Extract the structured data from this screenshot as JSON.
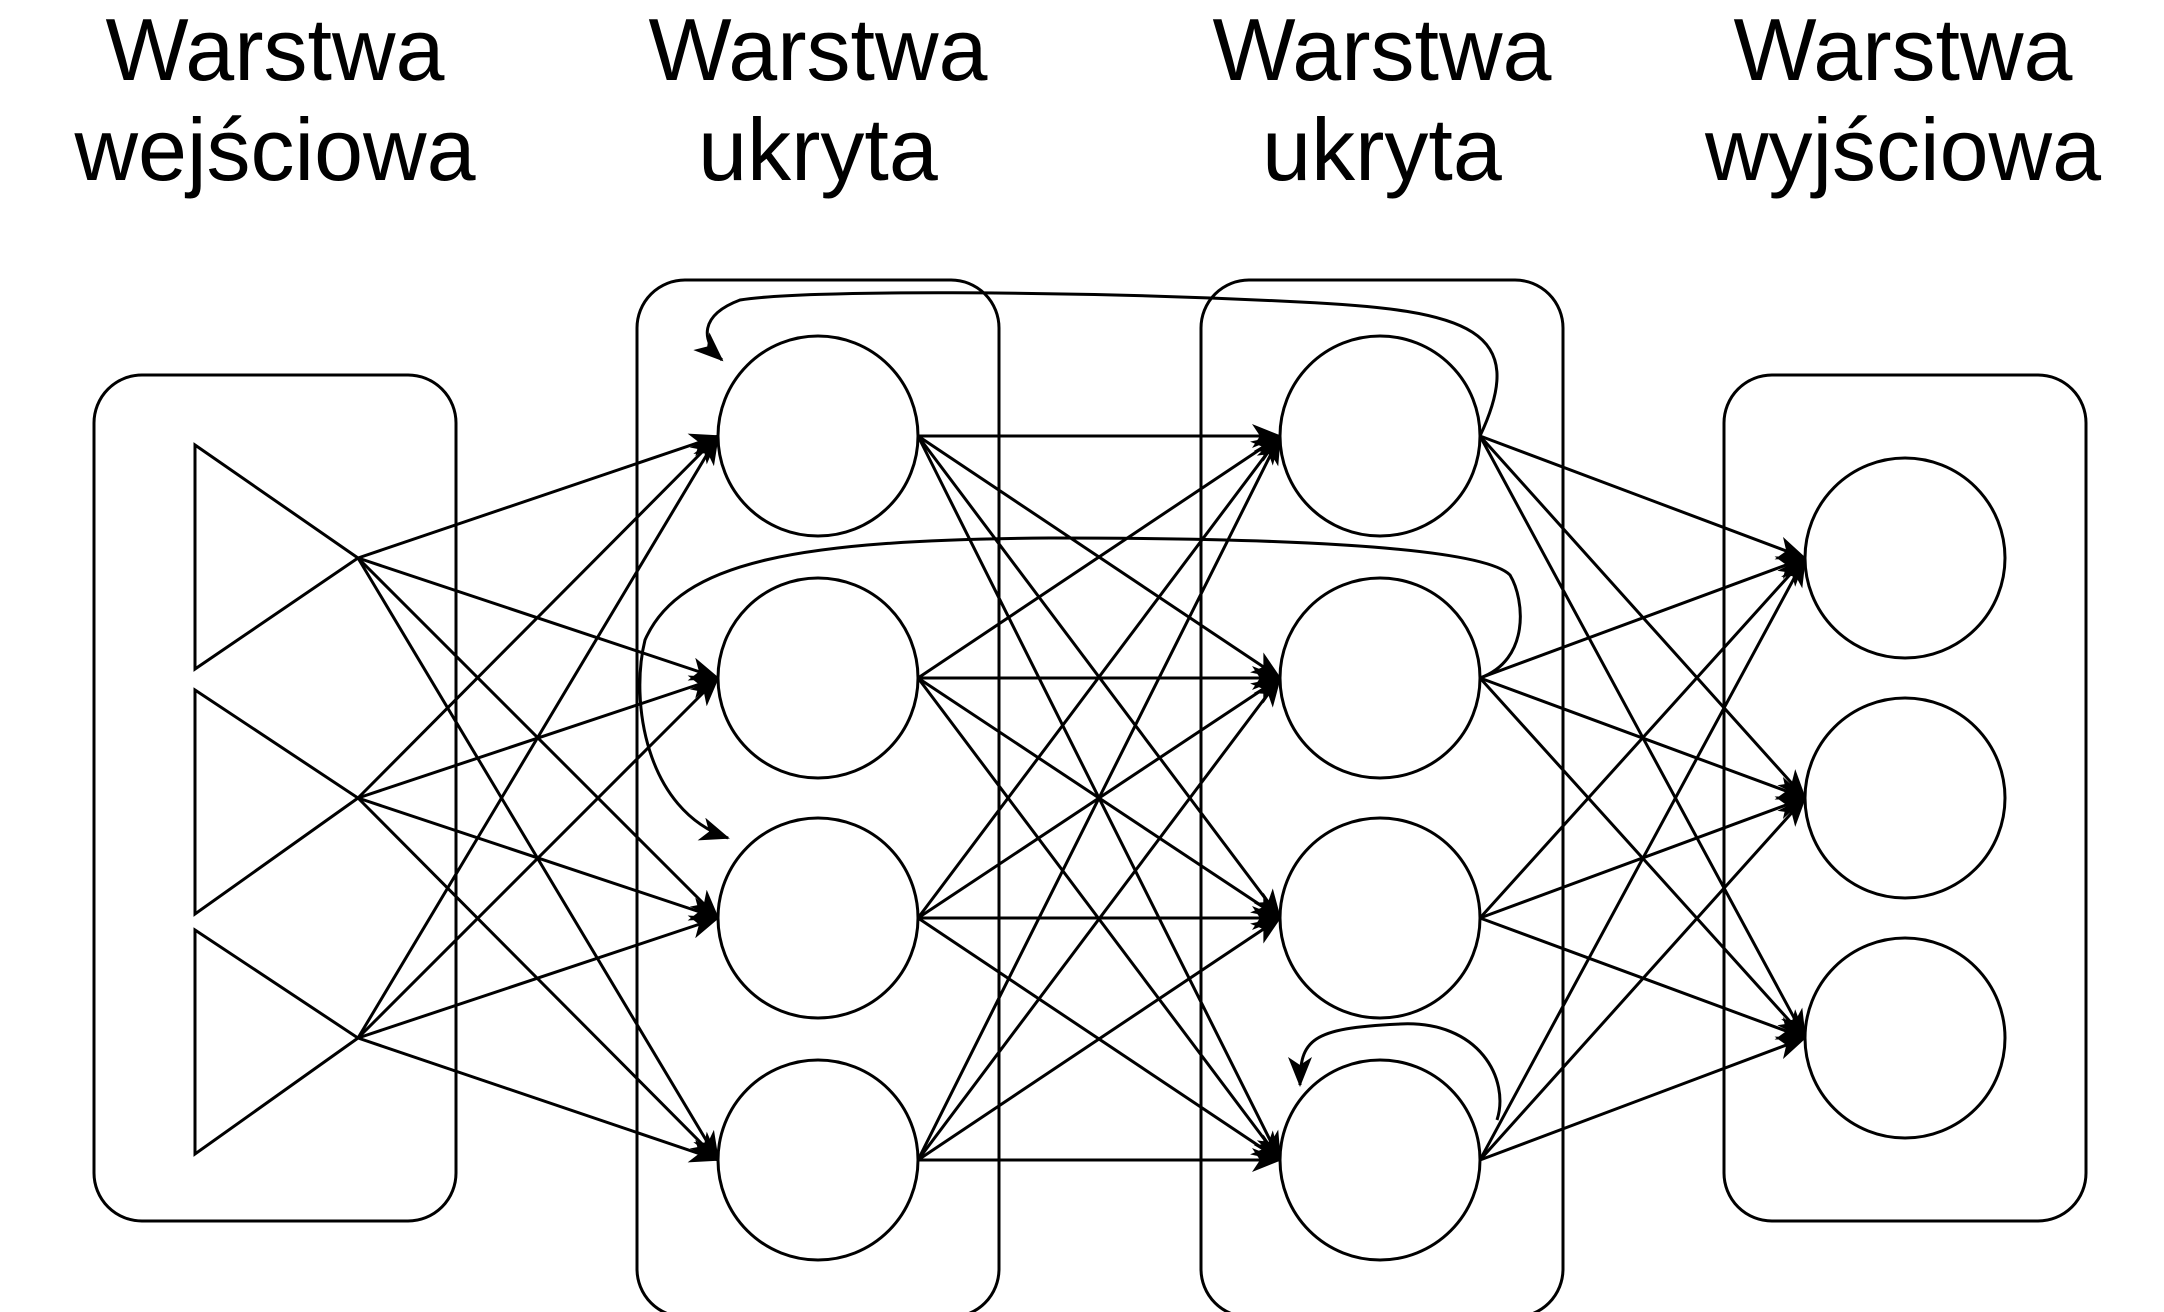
{
  "layers": [
    {
      "title": "Warstwa\nwejściowa",
      "kind": "input",
      "node_count": 3
    },
    {
      "title": "Warstwa\nukryta",
      "kind": "hidden",
      "node_count": 4
    },
    {
      "title": "Warstwa\nukryta",
      "kind": "hidden",
      "node_count": 4
    },
    {
      "title": "Warstwa\nwyjściowa",
      "kind": "output",
      "node_count": 3
    }
  ],
  "colors": {
    "stroke": "#000000",
    "background": "#ffffff"
  },
  "connections": "fully-connected between consecutive layers",
  "recurrent_links": [
    {
      "from_layer": 2,
      "from_node": 0,
      "to_layer": 1,
      "to_node": 0
    },
    {
      "from_layer": 2,
      "from_node": 1,
      "to_layer": 1,
      "to_node": 2
    },
    {
      "from_layer": 2,
      "from_node": 3,
      "to_layer": 2,
      "to_node": 3
    }
  ]
}
